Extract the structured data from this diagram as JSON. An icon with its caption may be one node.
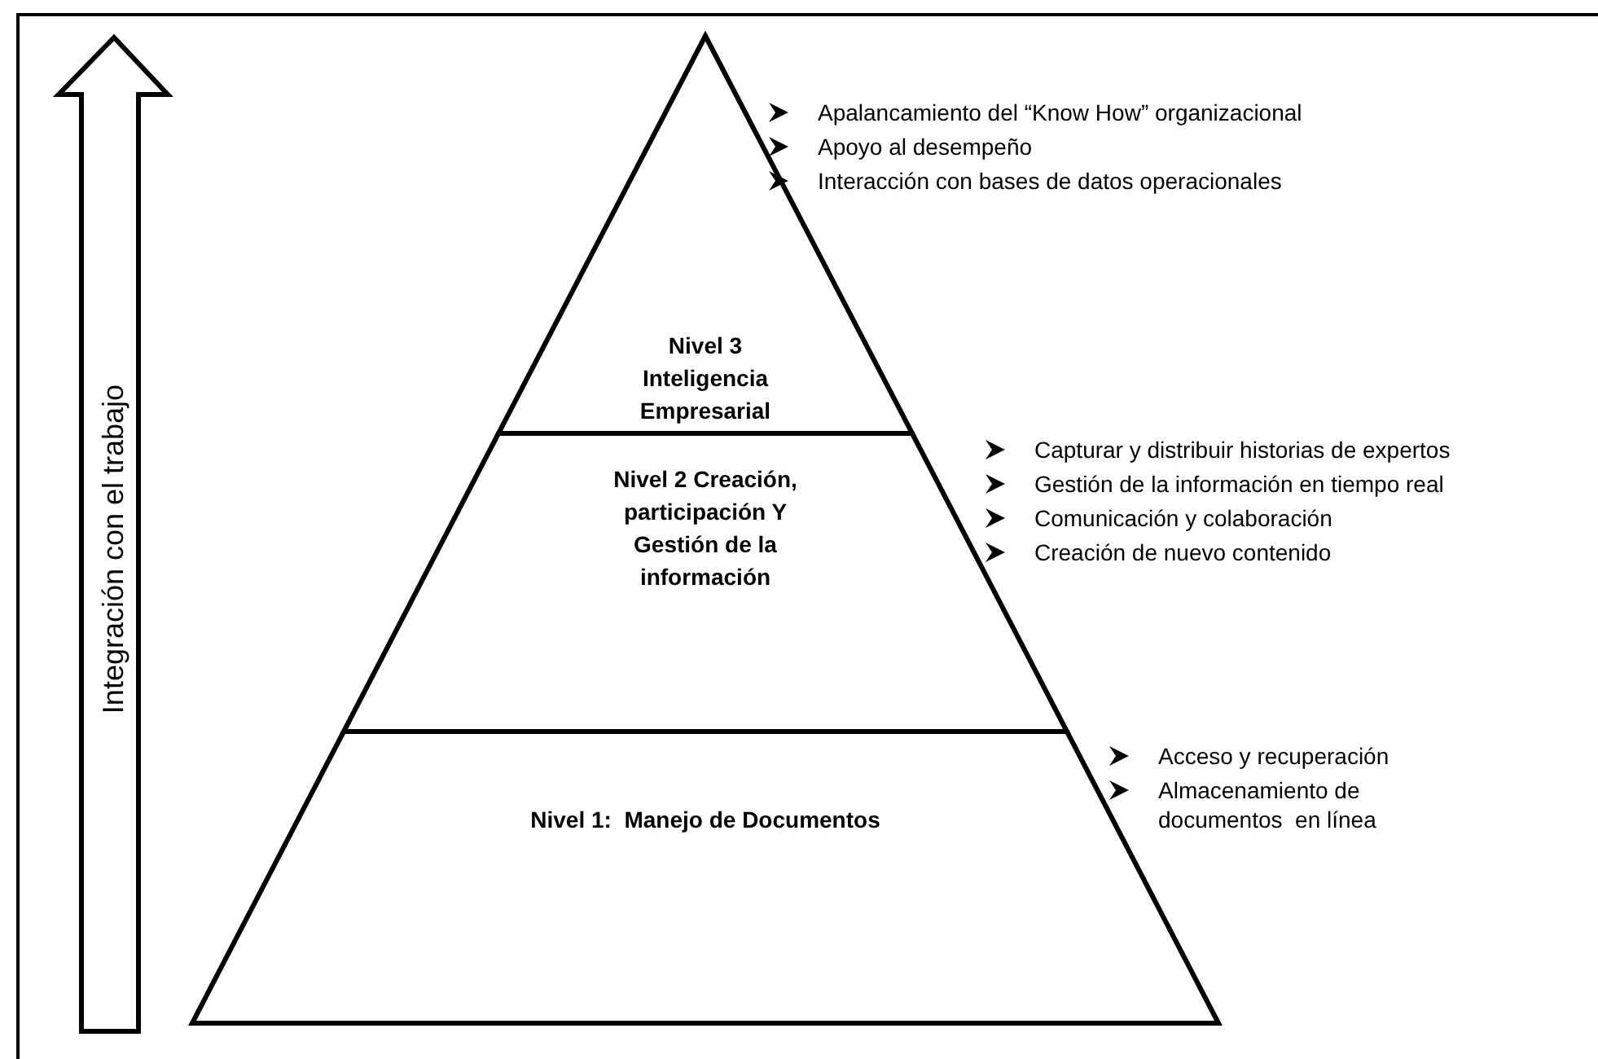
{
  "diagram": {
    "nodes": [
      {
        "text": [
          "Integración con el trabajo"
        ]
      },
      {
        "text": [
          "Nivel 3 Inteligencia Empresarial"
        ],
        "beside": [
          "Apalancamiento del “Know How” organizacional",
          "Apoyo al desempeño",
          "Interacción con bases de datos operacionales"
        ]
      },
      {
        "text": [
          "Nivel 2 Creación, participación Y Gestión de la información"
        ],
        "beside": [
          "Capturar y distribuir historias de expertos",
          "Gestión de la información en tiempo real",
          "Comunicación y colaboración",
          "Creación de nuevo contenido"
        ]
      },
      {
        "text": [
          "Nivel 1:  Manejo de Documentos"
        ],
        "beside": [
          "Acceso y recuperación",
          "Almacenamiento de documentos  en línea"
        ]
      }
    ]
  }
}
